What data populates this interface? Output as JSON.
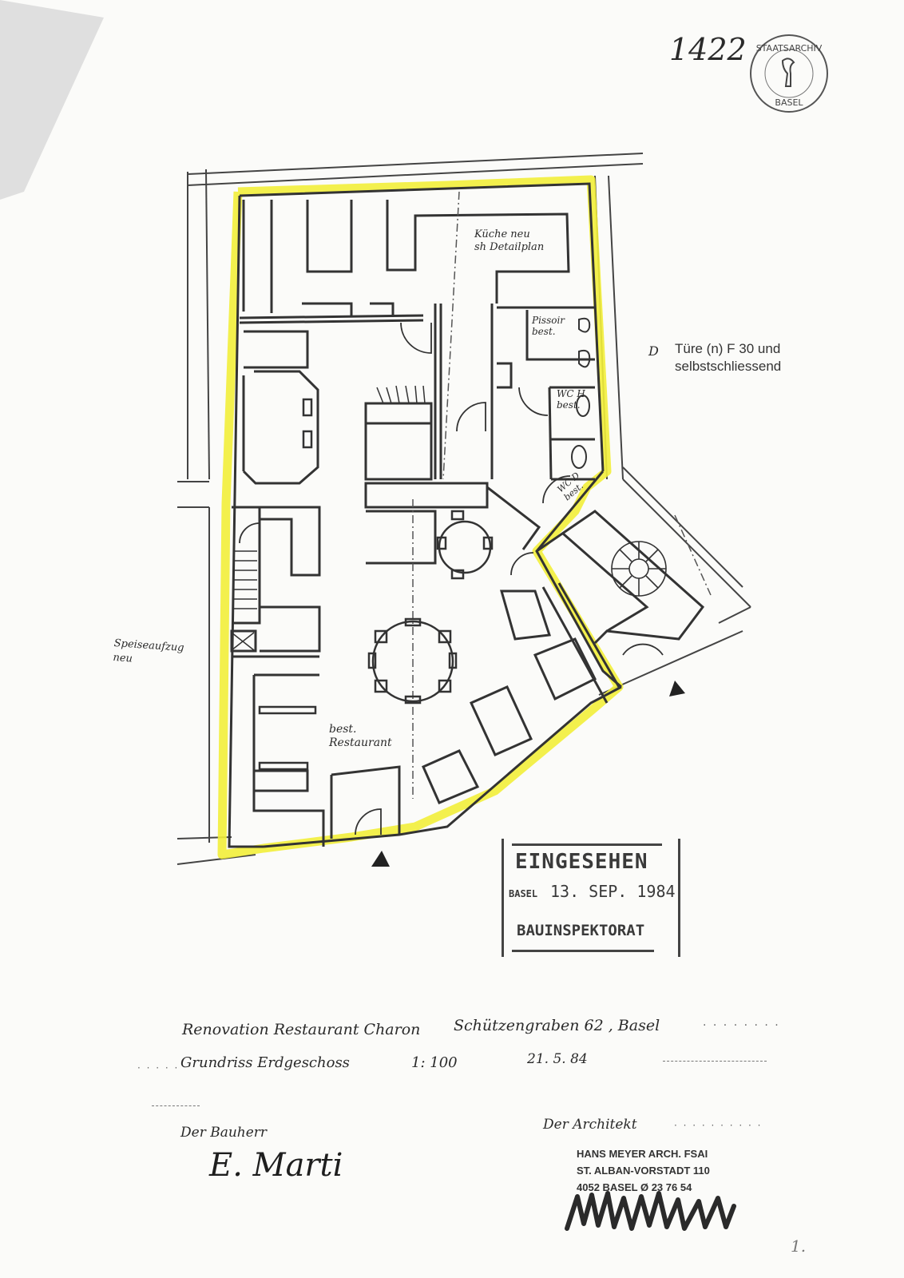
{
  "archive": {
    "number": "1422",
    "seal_text": "STAATSARCHIV BASEL"
  },
  "plan": {
    "labels": {
      "kitchen": [
        "Küche neu",
        "sh Detailplan"
      ],
      "pissoir": [
        "Pissoir",
        "best."
      ],
      "wc_h": [
        "WC H",
        "best."
      ],
      "wc_d": [
        "WC D",
        "best."
      ],
      "lift": [
        "Speiseaufzug",
        "neu"
      ],
      "restaurant": [
        "best.",
        "Restaurant"
      ]
    },
    "note_marker": "D",
    "note": [
      "Türe (n) F 30 und",
      "selbstschliessend"
    ]
  },
  "stamp": {
    "title": "EINGESEHEN",
    "place": "BASEL",
    "date": "13. SEP. 1984",
    "office": "BAUINSPEKTORAT"
  },
  "title_block": {
    "line1": {
      "project": "Renovation Restaurant Charon",
      "address": "Schützengraben 62 , Basel"
    },
    "line2": {
      "drawing": "Grundriss Erdgeschoss",
      "scale": "1: 100",
      "date": "21. 5. 84"
    },
    "owner_label": "Der Bauherr",
    "owner_signature": "E. Marti",
    "architect_label": "Der Architekt",
    "architect_stamp": [
      "HANS MEYER ARCH. FSAI",
      "ST. ALBAN-VORSTADT 110",
      "4052 BASEL  Ø 23 76 54"
    ],
    "architect_signature": "Meyer"
  },
  "page_number": "1.",
  "colors": {
    "highlight": "#f2ee3a",
    "ink": "#333333"
  }
}
